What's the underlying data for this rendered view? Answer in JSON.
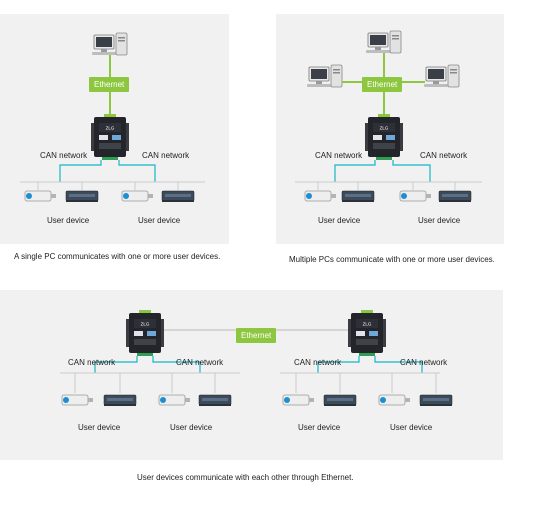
{
  "labels": {
    "ethernet": "Ethernet",
    "can_network": "CAN network",
    "user_device": "User device"
  },
  "captions": {
    "panel1": "A single PC communicates with one or more user devices.",
    "panel2": "Multiple PCs communicate with one or more user devices.",
    "panel3": "User devices communicate with each other through Ethernet."
  },
  "device_brand": "ZLG",
  "colors": {
    "ethernet": "#8dc63f",
    "can_line": "#17b6c8",
    "panel_bg": "#f1f1f1"
  },
  "icons": [
    "pc-icon",
    "can-gateway-icon",
    "usb-adapter-icon",
    "switch-device-icon"
  ]
}
